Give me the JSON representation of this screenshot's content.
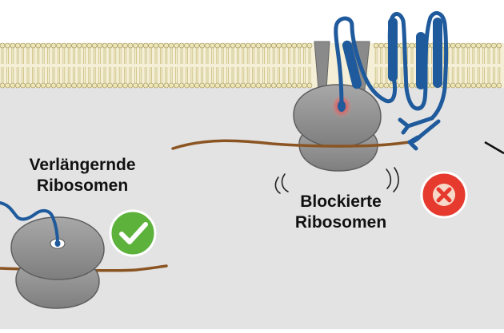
{
  "labels": {
    "elongating_line1": "Verlängernde",
    "elongating_line2": "Ribosomen",
    "blocked_line1": "Blockierte",
    "blocked_line2": "Ribosomen"
  },
  "status": {
    "ok_icon": "checkmark-icon",
    "fail_icon": "cross-icon",
    "ok_color": "#5cb23a",
    "fail_color": "#e53a2d"
  },
  "colors": {
    "cytoplasm": "#e3e3e3",
    "lipid_head": "#efe6b8",
    "lipid_tail": "#c9bd7c",
    "ribosome": "#909090",
    "mrna": "#8b5523",
    "protein": "#1e5a9c"
  }
}
